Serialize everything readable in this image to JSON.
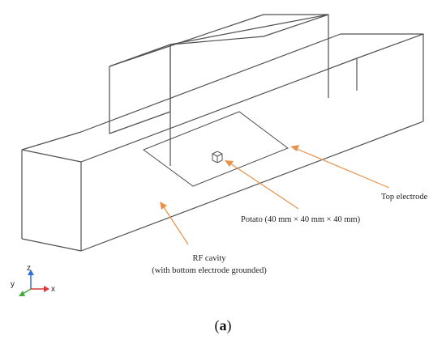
{
  "labels": {
    "top_electrode": "Top electrode",
    "potato": "Potato (40 mm × 40 mm × 40 mm)",
    "rf_cavity_line1": "RF cavity",
    "rf_cavity_line2": "(with bottom electrode grounded)"
  },
  "axes": {
    "x": "x",
    "y": "y",
    "z": "z",
    "colors": {
      "x": "#d63a3a",
      "y": "#3fae3f",
      "z": "#2a6fd6"
    }
  },
  "caption": {
    "open": "(",
    "letter": "a",
    "close": ")"
  },
  "colors": {
    "wireframe": "#505050",
    "annotation_arrow": "#e8924a"
  }
}
